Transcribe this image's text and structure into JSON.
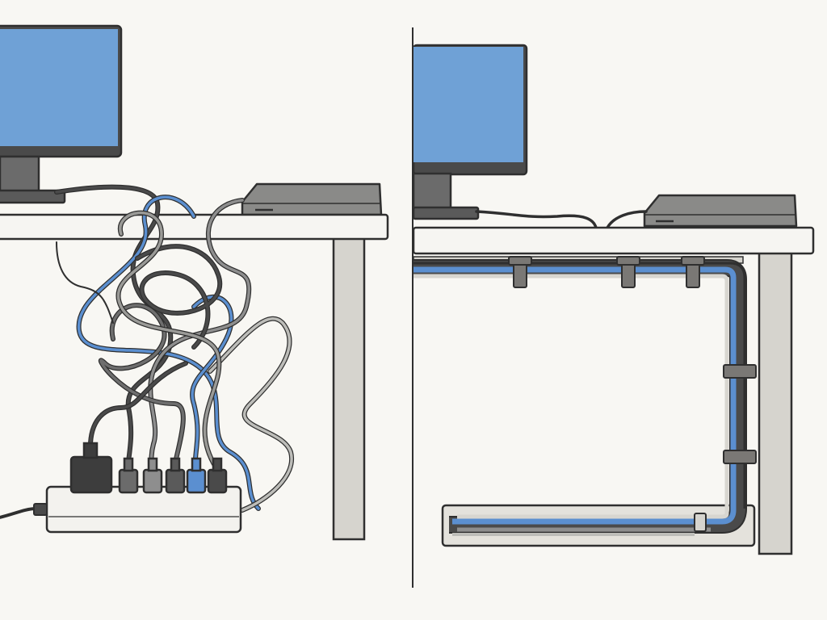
{
  "colors": {
    "background": "#f8f7f3",
    "outline": "#2f2f2f",
    "screen_blue": "#6fa1d6",
    "monitor_dark": "#6b6b6b",
    "desk_top": "#f6f5f2",
    "desk_leg": "#d6d4ce",
    "device_gray": "#8a8a88",
    "cable_dark": "#4a4a4a",
    "cable_gray": "#8e8e8e",
    "cable_light": "#bdbdb9",
    "cable_blue": "#5b8fd0",
    "power_strip": "#f3f2ee",
    "tray": "#e4e2dc",
    "clip": "#7a7875"
  },
  "panels": [
    {
      "name": "messy",
      "plug_count": 6
    },
    {
      "name": "organized",
      "clip_count": 5
    }
  ]
}
